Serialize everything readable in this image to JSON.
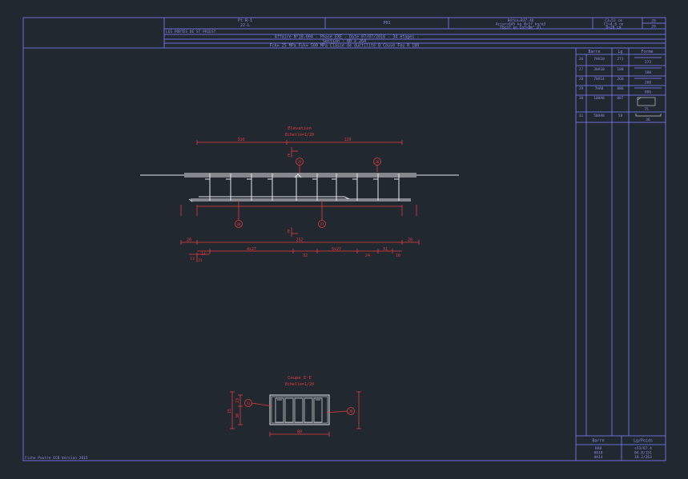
{
  "header": {
    "cell1_line1": "Pt R-1",
    "cell1_line2": "22-L",
    "cell2": "P01",
    "cell3_line1": "Béton=B37.48",
    "cell3_line2": "Acier=645 kg Ø=57 kg/m3",
    "cell3_line3": "Fbc57 en Cof=8m² pl",
    "cell4_line1": "C3=52 cm",
    "cell4_line2": "C1=4.6 cm",
    "cell4_line3": "D=28 cm",
    "cell5_line1": "29",
    "cell5_line2": "29",
    "client": "LES PORTES DE ST PRIEST",
    "affaire": "- Affaire N°18-004 - Phase EXE - Date 07/07/2016 - 34 étages -",
    "section": "Section : 80 x 264",
    "materials": "Fck= 25 MPa Fyk= 500 MPa Classe de ductilité B Couve Feu R 180"
  },
  "bars_table": {
    "headers": [
      "Barre",
      "Lg",
      "Forme"
    ],
    "rows": [
      {
        "num": "26",
        "bar": "7HA10",
        "lg": "273",
        "forme": "273"
      },
      {
        "num": "27",
        "bar": "3HA10",
        "lg": "180",
        "forme": "180"
      },
      {
        "num": "28",
        "bar": "7HA14",
        "lg": "260",
        "forme": "260"
      },
      {
        "num": "29",
        "bar": "7HA8",
        "lg": "886",
        "forme": "886"
      },
      {
        "num": "30",
        "bar": "10HA8",
        "lg": "887",
        "forme": "75"
      },
      {
        "num": "31",
        "bar": "50HA8",
        "lg": "58",
        "forme": "36"
      }
    ]
  },
  "summary_table": {
    "headers": [
      "Barre",
      "Lg/Poids"
    ],
    "rows": [
      {
        "bar": "HA8",
        "val": "s53/87.4"
      },
      {
        "bar": "HA10",
        "val": "84.8/151"
      },
      {
        "bar": "HA14",
        "val": "18.2/263"
      }
    ]
  },
  "elevation": {
    "title": "Elévation",
    "scale": "Echelle=1/20",
    "dim_left": "310",
    "dim_right": "129",
    "cut_label": "E",
    "marker_29": "29",
    "marker_30": "30",
    "marker_28": "28",
    "marker_27": "27",
    "dim_row1_left": "20",
    "dim_row1_center": "252",
    "dim_row1_right": "20",
    "dim_row2_a": "4x27",
    "dim_row2_b": "32",
    "dim_row2_c": "5x27",
    "dim_row2_d": "24",
    "dim_row2_e": "31",
    "dim_row2_f": "10",
    "dim_row3_a": "13",
    "dim_row3_b": "14",
    "dim_row3_c": "21"
  },
  "section_view": {
    "title": "Coupe E-E",
    "scale": "Echelle=1/20",
    "marker_left": "31",
    "marker_right": "30",
    "dim_left_outer": "15",
    "dim_left_a": "23",
    "dim_left_b": "30",
    "dim_bottom": "80"
  },
  "footer": {
    "signature": "Fiche Poutre ECB Version 2015"
  }
}
